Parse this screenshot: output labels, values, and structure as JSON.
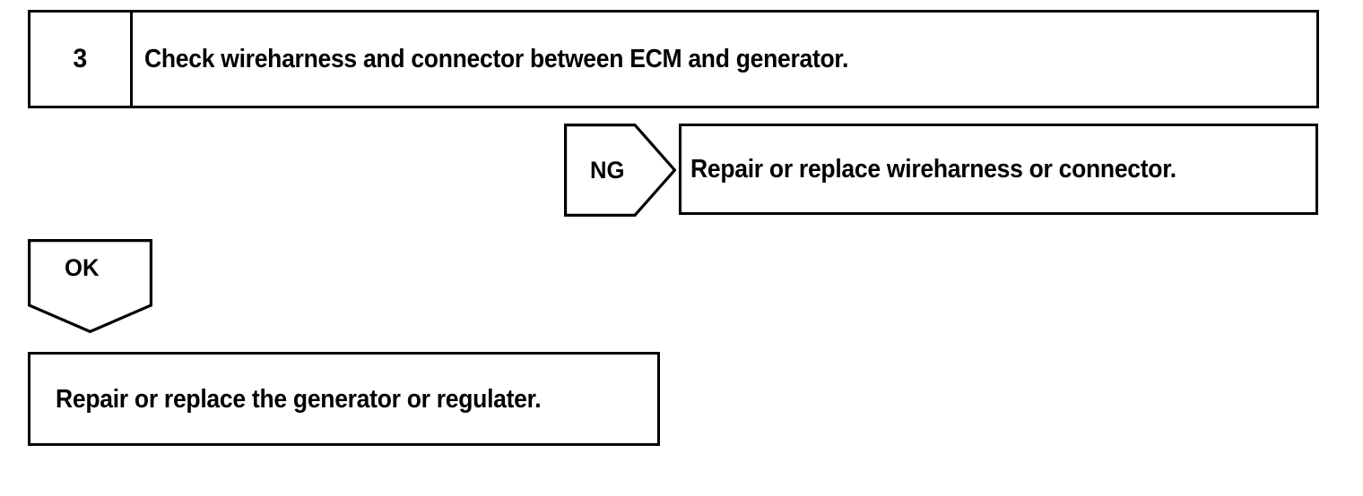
{
  "diagram": {
    "type": "troubleshooting-flowchart",
    "ink_color": "#000000",
    "background_color": "#ffffff",
    "step": {
      "number": "3",
      "description": "Check wireharness and connector between ECM and generator."
    },
    "branches": [
      {
        "id": "ng",
        "marker_label": "NG",
        "marker_shape": "pentagon-arrow-right",
        "result": "Repair or replace wireharness or connector."
      },
      {
        "id": "ok",
        "marker_label": "OK",
        "marker_shape": "pentagon-arrow-down",
        "result": "Repair or replace the generator or regulater."
      }
    ]
  }
}
